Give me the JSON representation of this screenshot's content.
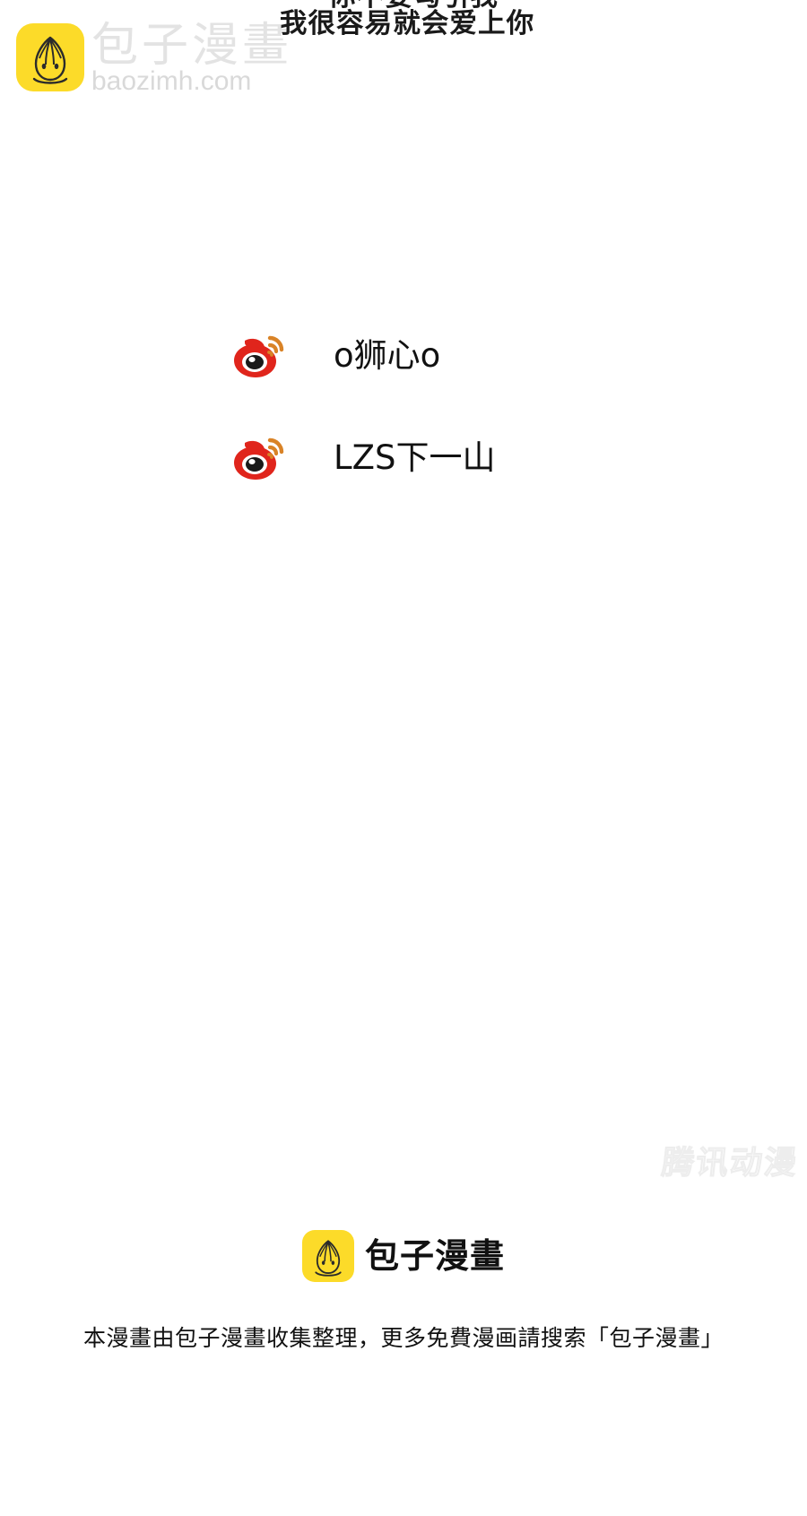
{
  "site_watermark": {
    "logo_icon": "baozi-bun-icon",
    "brand_cn": "包子漫畫",
    "brand_domain": "baozimh.com",
    "brand_color": "#FCDB29",
    "text_color": "#e3e3e3"
  },
  "bubble": {
    "line1": "你不要勾引我",
    "line2": "我很容易就会爱上你"
  },
  "credits": {
    "items": [
      {
        "icon": "weibo-icon",
        "name": "o狮心o"
      },
      {
        "icon": "weibo-icon",
        "name": "LZS下一山"
      }
    ],
    "icon_red": "#E0251C",
    "icon_orange": "#D98327"
  },
  "tencent_watermark": {
    "text": "腾讯动漫",
    "color": "#f0f0f0"
  },
  "footer": {
    "logo_icon": "baozi-bun-icon",
    "brand_name": "包子漫畫",
    "note": "本漫畫由包子漫畫收集整理，更多免費漫画請搜索「包子漫畫」",
    "brand_color": "#FCDB29"
  }
}
